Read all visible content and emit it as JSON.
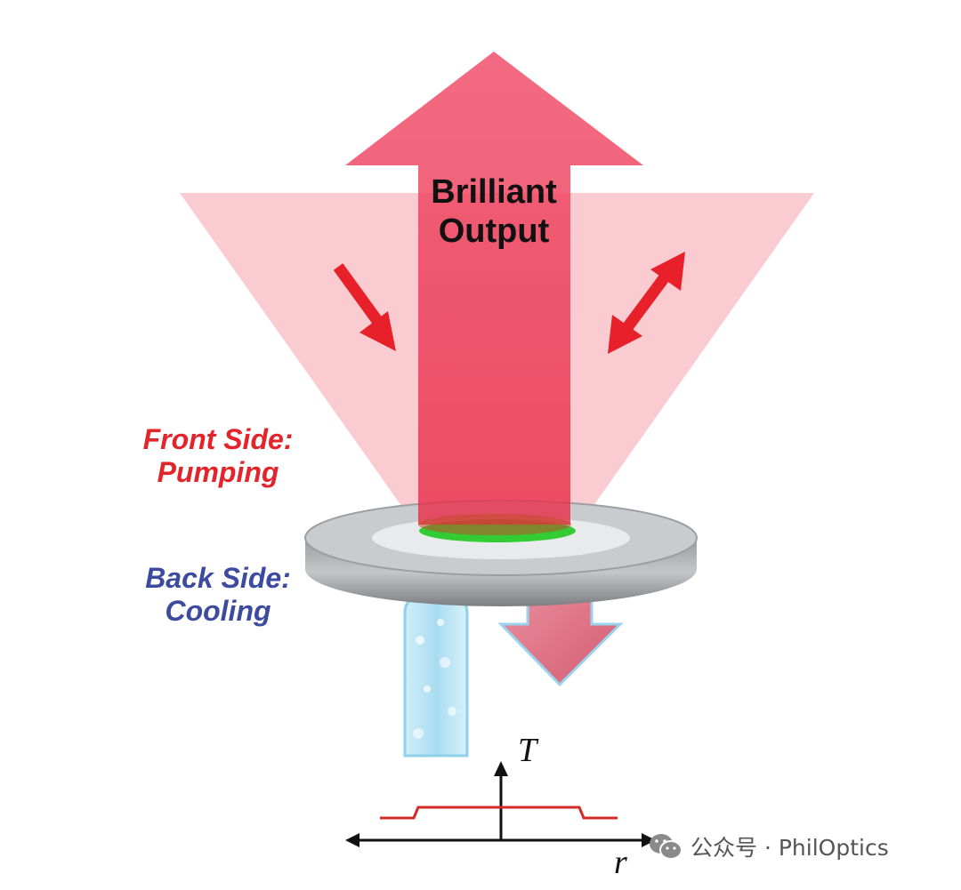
{
  "diagram": {
    "title_line1": "Brilliant",
    "title_line2": "Output",
    "front_line1": "Front Side:",
    "front_line2": "Pumping",
    "back_line1": "Back Side:",
    "back_line2": "Cooling",
    "axis_T": "T",
    "axis_r": "r"
  },
  "watermark": {
    "text": "公众号 · PhilOptics",
    "icon": "wechat-icon"
  },
  "colors": {
    "output_arrow": "#ee3355",
    "pump_cone": "#f9c2c9",
    "red_arrow": "#e8202a",
    "front_text": "#e3242b",
    "back_text": "#3c4aa0",
    "disk": "#b7b9bc",
    "gain_spot": "#33cc33",
    "coolant": "#bfe5f5",
    "temp_profile": "#d42a2a"
  }
}
